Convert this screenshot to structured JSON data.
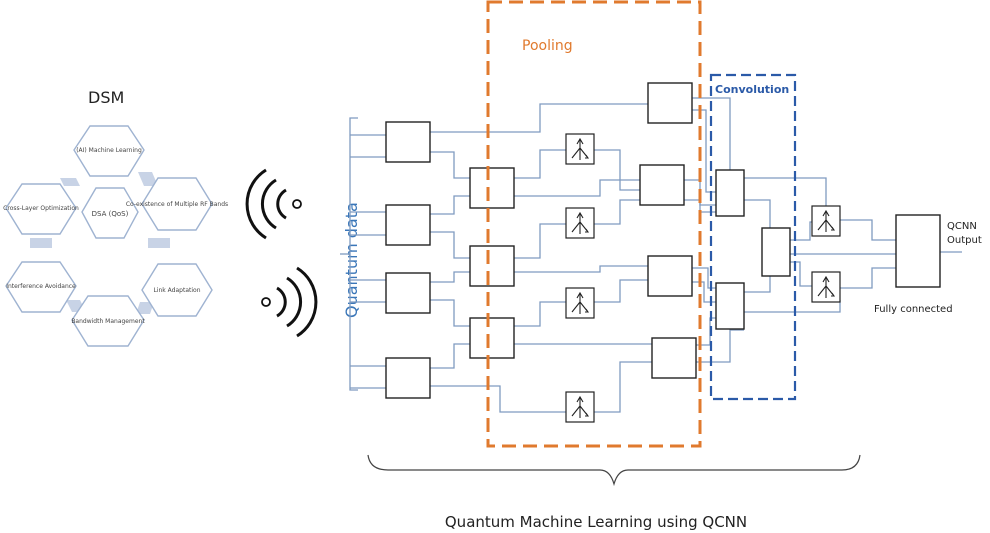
{
  "dsm": {
    "title": "DSM",
    "center": "DSA (QoS)",
    "top": "(AI) Machine Learning",
    "top_right": "Co-existence of Multiple RF Bands",
    "bottom_right": "Link Adaptation",
    "bottom": "Bandwidth Management",
    "bottom_left": "Interference Avoidance",
    "top_left": "Cross-Layer Optimization"
  },
  "labels": {
    "quantum_data": "Quantum data",
    "pooling": "Pooling",
    "convolution": "Convolution",
    "qcnn_output_line1": "QCNN",
    "qcnn_output_line2": "Output",
    "fully_connected": "Fully connected",
    "caption": "Quantum Machine Learning using QCNN"
  },
  "colors": {
    "pooling_border": "#e07a2e",
    "convolution_border": "#2b5aa8",
    "wire": "#7f9bc0",
    "quantum_data_text": "#3a76b8"
  }
}
